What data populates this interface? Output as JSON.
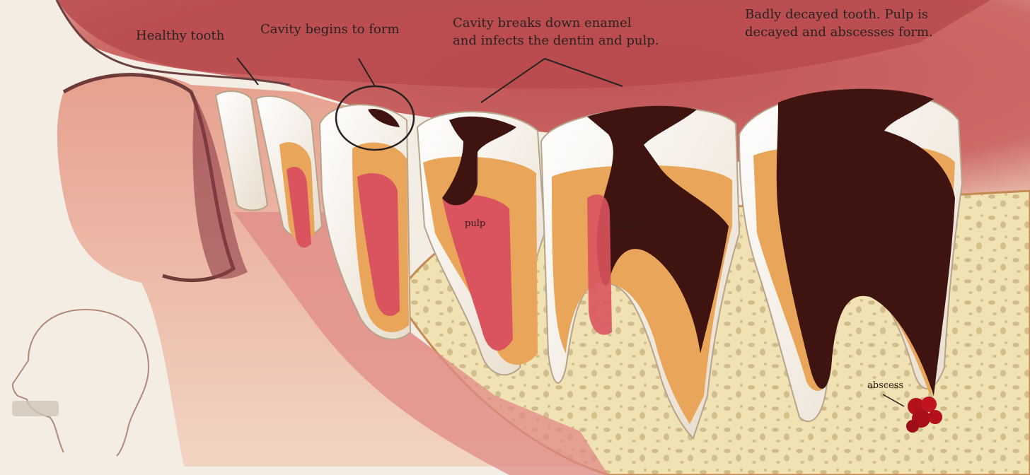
{
  "labels": {
    "healthy": "Healthy tooth",
    "cavity_begins": "Cavity begins to form",
    "cavity_breaks_line1": "Cavity breaks down enamel",
    "cavity_breaks_line2": "and infects the dentin and pulp.",
    "badly_line1": "Badly decayed tooth.  Pulp is",
    "badly_line2": "decayed and abscesses form.",
    "pulp": "pulp",
    "dentin": "dentin",
    "abscess": "abscess"
  },
  "colors": {
    "background": "#f3ede4",
    "gum": "#c95f5f",
    "gum_light": "#e7a08e",
    "enamel": "#f4ede2",
    "dentin": "#e9a65a",
    "pulp": "#d9545e",
    "decay": "#3f130f",
    "bone": "#f0e0b0",
    "abscess": "#b3101b"
  },
  "icons": {
    "head_silhouette": "head-profile-icon"
  }
}
